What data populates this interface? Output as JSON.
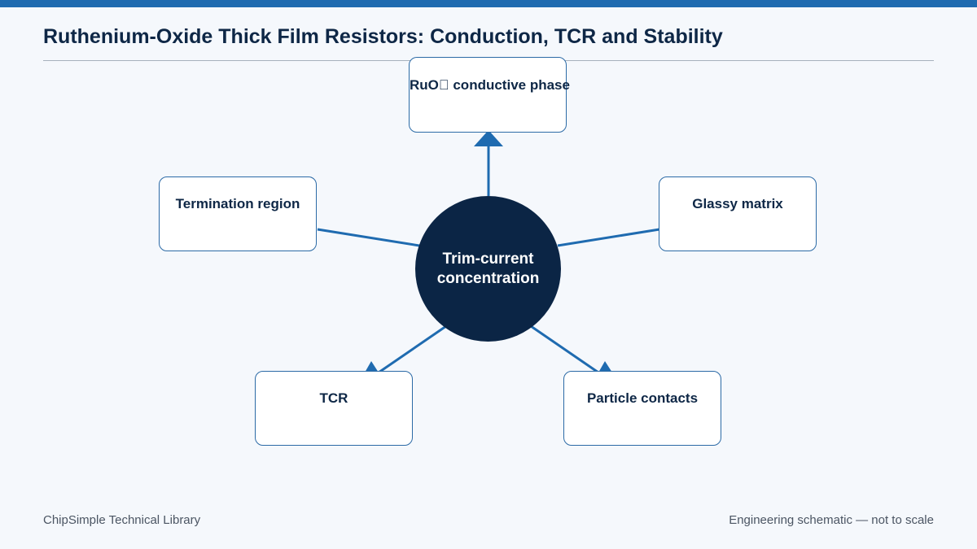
{
  "title": "Ruthenium-Oxide Thick Film Resistors: Conduction, TCR and Stability",
  "hub": {
    "line1": "Trim-current",
    "line2": "concentration"
  },
  "nodes": {
    "top": "RuO\u0000 conductive phase",
    "left": "Termination region",
    "right": "Glassy matrix",
    "bottom_left": "TCR",
    "bottom_right": "Particle contacts"
  },
  "footer": {
    "left": "ChipSimple Technical Library",
    "right": "Engineering schematic — not to scale"
  },
  "colors": {
    "accent": "#1f6bb0",
    "hub": "#0b2545",
    "text": "#0e2746",
    "background": "#f5f8fc"
  }
}
